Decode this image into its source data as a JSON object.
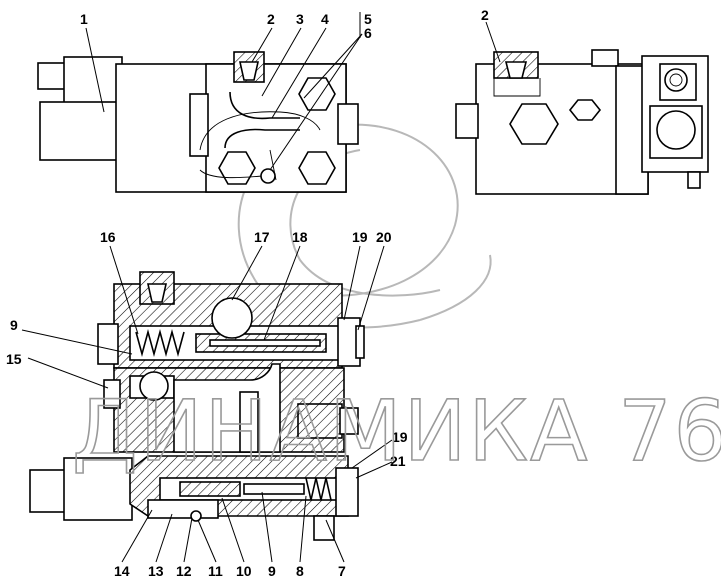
{
  "drawing": {
    "callouts_top_left": [
      "1",
      "2",
      "3",
      "4",
      "5",
      "6"
    ],
    "callouts_top_right": [
      "2"
    ],
    "callouts_section_top": [
      "16",
      "17",
      "18",
      "19",
      "20"
    ],
    "callouts_section_left": [
      "9",
      "15"
    ],
    "callouts_section_right": [
      "19",
      "21"
    ],
    "callouts_bottom": [
      "14",
      "13",
      "12",
      "11",
      "10",
      "9",
      "8",
      "7"
    ]
  },
  "watermark": {
    "text": "ДИНАМИКА 76"
  }
}
